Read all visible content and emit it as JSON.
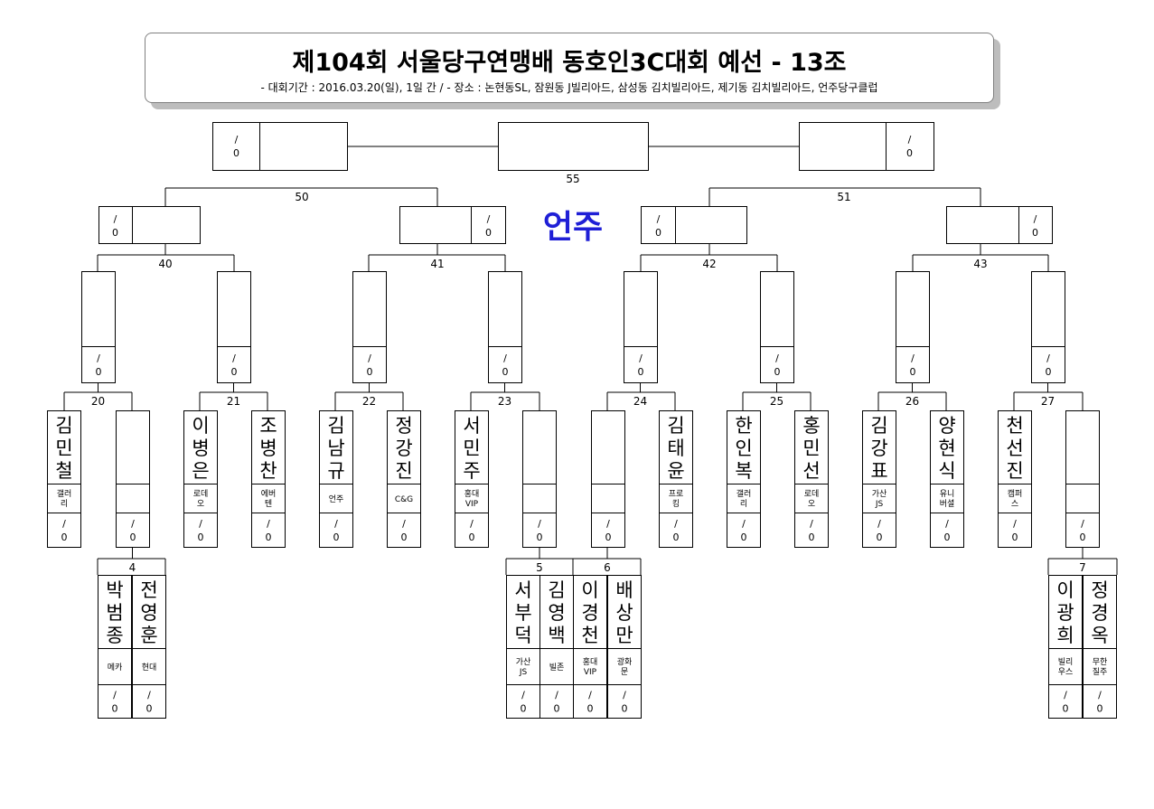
{
  "header": {
    "title": "제104회 서울당구연맹배 동호인3C대회 예선 - 13조",
    "subtitle": "- 대회기간 : 2016.03.20(일), 1일 간 / - 장소 : 논현동SL, 잠원동 J빌리아드, 삼성동 김치빌리아드, 제기동 김치빌리아드, 언주당구클럽"
  },
  "venue_label": "언주",
  "venue_color": "#1f1fd6",
  "score_placeholder": {
    "top": "/",
    "bottom": "0"
  },
  "rounds": {
    "final": "55",
    "semi": [
      "50",
      "51"
    ],
    "quarter": [
      "40",
      "41",
      "42",
      "43"
    ],
    "first": [
      "20",
      "21",
      "22",
      "23",
      "24",
      "25",
      "26",
      "27"
    ],
    "prelim": [
      "4",
      "5",
      "6",
      "7"
    ]
  },
  "players": [
    {
      "name": "김민철",
      "club": "갤러리"
    },
    {
      "name": "박범종",
      "club": "메카"
    },
    {
      "name": "전영훈",
      "club": "현대"
    },
    {
      "name": "이병은",
      "club": "로데오"
    },
    {
      "name": "조병찬",
      "club": "에버텐"
    },
    {
      "name": "김남규",
      "club": "언주"
    },
    {
      "name": "정강진",
      "club": "C&G"
    },
    {
      "name": "서민주",
      "club": "홍대VIP"
    },
    {
      "name": "서부덕",
      "club": "가산JS"
    },
    {
      "name": "김영백",
      "club": "빌존"
    },
    {
      "name": "이경천",
      "club": "홍대VIP"
    },
    {
      "name": "배상만",
      "club": "광화문"
    },
    {
      "name": "김태윤",
      "club": "프로킹"
    },
    {
      "name": "한인복",
      "club": "갤러리"
    },
    {
      "name": "홍민선",
      "club": "로데오"
    },
    {
      "name": "김강표",
      "club": "가산JS"
    },
    {
      "name": "양현식",
      "club": "유니버셜"
    },
    {
      "name": "천선진",
      "club": "캠퍼스"
    },
    {
      "name": "이광희",
      "club": "빌리우스"
    },
    {
      "name": "정경옥",
      "club": "무한질주"
    }
  ]
}
